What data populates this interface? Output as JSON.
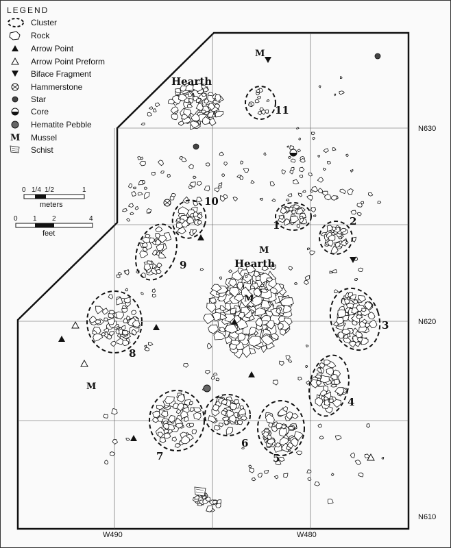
{
  "legend": {
    "title": "LEGEND",
    "items": [
      {
        "symbol": "cluster-icon",
        "label": "Cluster"
      },
      {
        "symbol": "rock-icon",
        "label": "Rock"
      },
      {
        "symbol": "arrow-point-icon",
        "label": "Arrow Point"
      },
      {
        "symbol": "arrow-point-preform-icon",
        "label": "Arrow Point Preform"
      },
      {
        "symbol": "biface-fragment-icon",
        "label": "Biface Fragment"
      },
      {
        "symbol": "hammerstone-icon",
        "label": "Hammerstone"
      },
      {
        "symbol": "star-icon",
        "label": "Star"
      },
      {
        "symbol": "core-icon",
        "label": "Core"
      },
      {
        "symbol": "hematite-pebble-icon",
        "label": "Hematite Pebble"
      },
      {
        "symbol": "mussel-icon",
        "label": "Mussel",
        "glyph": "M"
      },
      {
        "symbol": "schist-icon",
        "label": "Schist"
      }
    ]
  },
  "scales": {
    "meters": {
      "ticks": [
        "0",
        "1/4",
        "1/2",
        "1"
      ],
      "unit": "meters"
    },
    "feet": {
      "ticks": [
        "0",
        "1",
        "2",
        "4"
      ],
      "unit": "feet"
    }
  },
  "grid": {
    "north": [
      "N630",
      "N620",
      "N610"
    ],
    "west": [
      "W490",
      "W480"
    ]
  },
  "labels": {
    "hearth_north": "Hearth",
    "hearth_center": "Hearth",
    "clusters": [
      "1",
      "2",
      "3",
      "4",
      "5",
      "6",
      "7",
      "8",
      "9",
      "10",
      "11"
    ],
    "mussel": "M"
  },
  "colors": {
    "ink": "#111111",
    "rock_fill": "#ffffff",
    "hematite": "#666666",
    "star": "#444444"
  }
}
